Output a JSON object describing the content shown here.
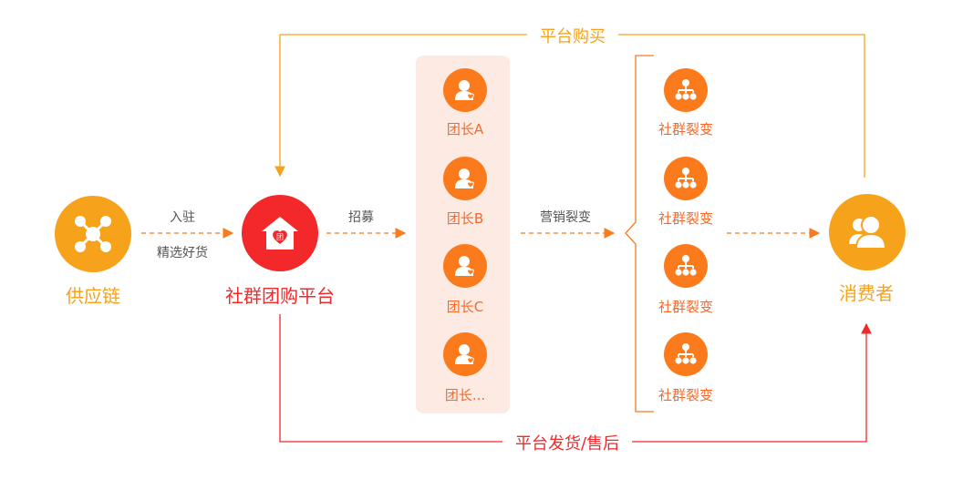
{
  "colors": {
    "orange": "#f7a21b",
    "red": "#f2282b",
    "deep_orange": "#fa7a1c",
    "panel_bg": "#fdebe3",
    "label_orange": "#f36a2b",
    "gray_text": "#555555"
  },
  "nodes": {
    "supply_chain": {
      "label": "供应链",
      "icon": "network-nodes-icon"
    },
    "platform": {
      "label": "社群团购平台",
      "icon": "house-heart-icon",
      "badge": "团"
    },
    "consumer": {
      "label": "消费者",
      "icon": "users-icon"
    }
  },
  "edges": {
    "supply_to_platform": {
      "top": "入驻",
      "bottom": "精选好货"
    },
    "platform_to_leaders": {
      "top": "招募"
    },
    "leaders_to_fission": {
      "top": "营销裂变"
    },
    "platform_purchase": "平台购买",
    "platform_delivery": "平台发货/售后"
  },
  "leaders": [
    {
      "label": "团长A",
      "icon": "user-heart-icon"
    },
    {
      "label": "团长B",
      "icon": "user-heart-icon"
    },
    {
      "label": "团长C",
      "icon": "user-heart-icon"
    },
    {
      "label": "团长...",
      "icon": "user-heart-icon"
    }
  ],
  "fission": [
    {
      "label": "社群裂变",
      "icon": "org-tree-icon"
    },
    {
      "label": "社群裂变",
      "icon": "org-tree-icon"
    },
    {
      "label": "社群裂变",
      "icon": "org-tree-icon"
    },
    {
      "label": "社群裂变",
      "icon": "org-tree-icon"
    }
  ]
}
